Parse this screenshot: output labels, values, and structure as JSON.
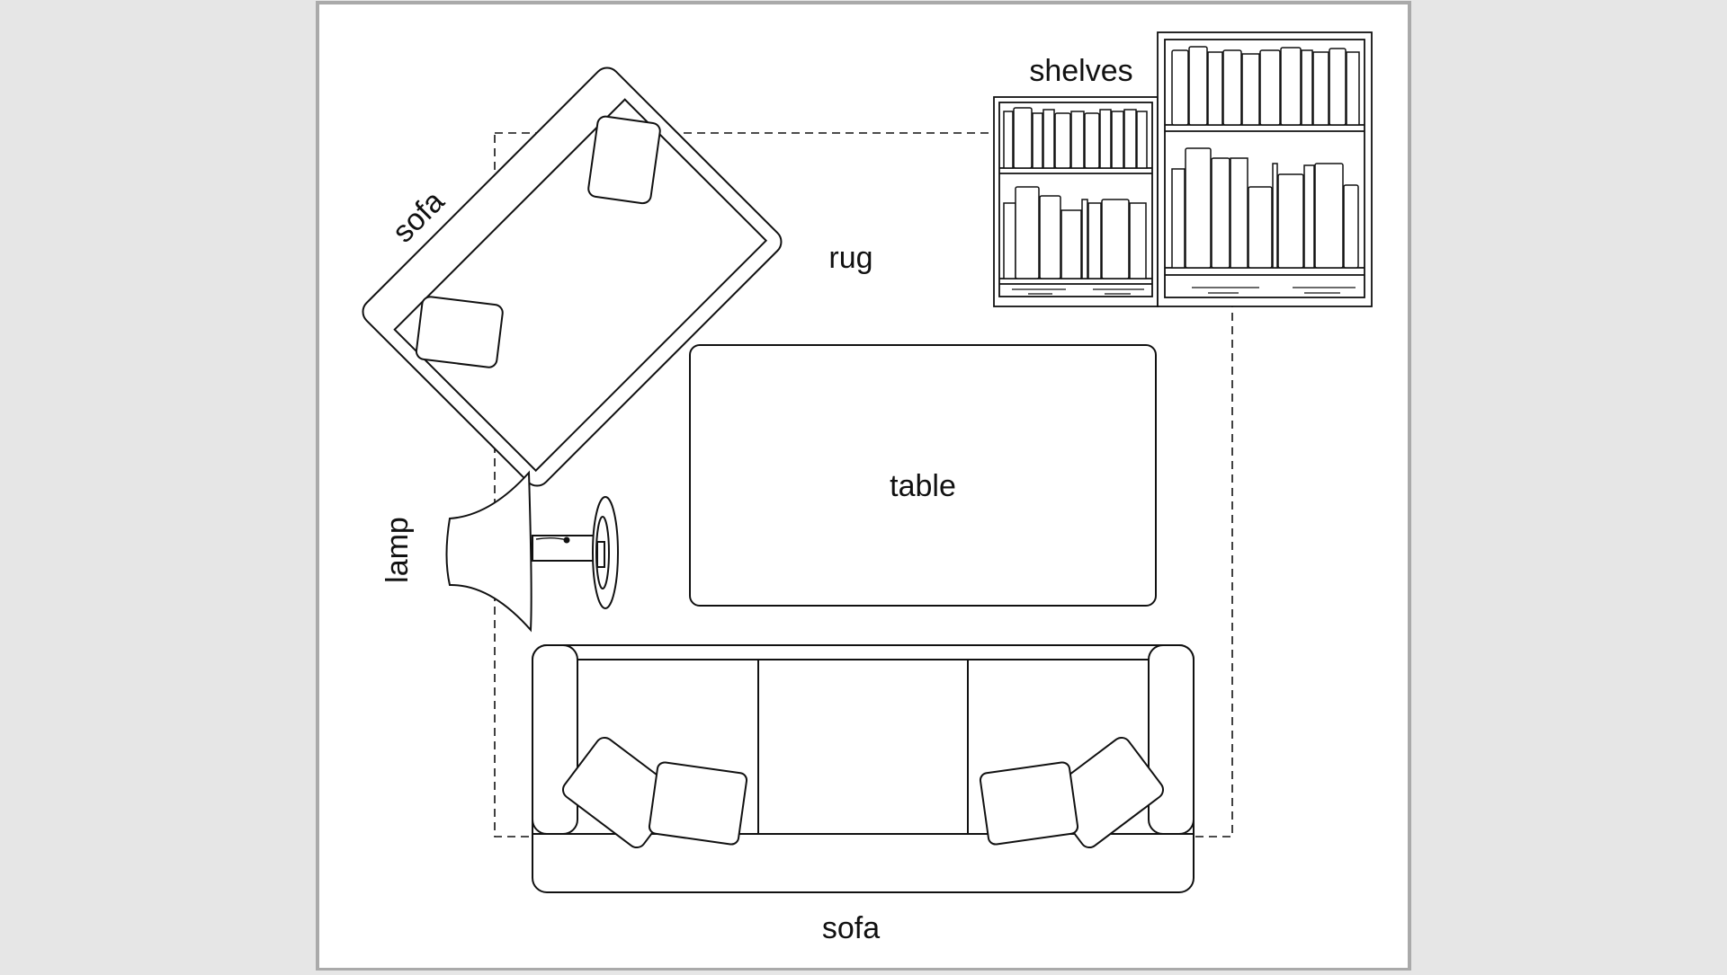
{
  "labels": {
    "shelves": "shelves",
    "rug": "rug",
    "table": "table",
    "lamp": "lamp",
    "sofa_left": "sofa",
    "sofa_bottom": "sofa"
  },
  "colors": {
    "background": "#e6e6e6",
    "canvas": "#ffffff",
    "frame": "#aaaaaa",
    "line": "#111111"
  }
}
